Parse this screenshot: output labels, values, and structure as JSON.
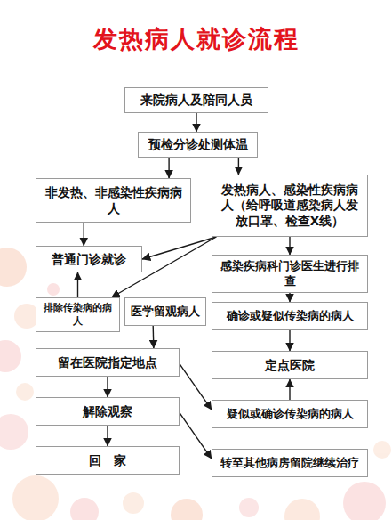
{
  "diagram": {
    "title": "发热病人就诊流程",
    "nodes": [
      {
        "text": [
          "来院病人及陪同人员"
        ]
      },
      {
        "text": [
          "预检分诊处测体温"
        ]
      },
      {
        "text": [
          "非发热、非感染性疾病病人"
        ]
      },
      {
        "text": [
          "发热病人、感染性疾病病人（给呼吸道感染病人发放口罩、检查X线）"
        ]
      },
      {
        "text": [
          "普通门诊就诊"
        ]
      },
      {
        "text": [
          "感染疾病科门诊医生进行排查"
        ]
      },
      {
        "text": [
          "排除传染病的病人"
        ]
      },
      {
        "text": [
          "医学留观病人"
        ]
      },
      {
        "text": [
          "确诊或疑似传染病的病人"
        ]
      },
      {
        "text": [
          "留在医院指定地点"
        ]
      },
      {
        "text": [
          "定点医院"
        ]
      },
      {
        "text": [
          "解除观察"
        ]
      },
      {
        "text": [
          "疑似或确诊传染病的病人"
        ]
      },
      {
        "text": [
          "回　家"
        ]
      },
      {
        "text": [
          "转至其他病房留院继续治疗"
        ]
      }
    ],
    "edges": [
      {
        "from": 0,
        "to": 1,
        "arrow": "to"
      },
      {
        "from": 1,
        "to": 2,
        "arrow": "to"
      },
      {
        "from": 1,
        "to": 3,
        "arrow": "to"
      },
      {
        "from": 2,
        "to": 4,
        "arrow": "to"
      },
      {
        "from": 3,
        "to": 5,
        "arrow": "to"
      },
      {
        "from": 3,
        "to": 4,
        "arrow": "to"
      },
      {
        "from": 3,
        "to": 6,
        "arrow": "to"
      },
      {
        "from": 6,
        "to": 4,
        "arrow": "to"
      },
      {
        "from": 5,
        "to": 8,
        "arrow": "to"
      },
      {
        "from": 7,
        "to": 9,
        "arrow": "to"
      },
      {
        "from": 8,
        "to": 10,
        "arrow": "to"
      },
      {
        "from": 9,
        "to": 11,
        "arrow": "to"
      },
      {
        "from": 9,
        "to": 12,
        "arrow": "to"
      },
      {
        "from": 12,
        "to": 10,
        "arrow": "to"
      },
      {
        "from": 11,
        "to": 13,
        "arrow": "to"
      },
      {
        "from": 11,
        "to": 14,
        "arrow": "to"
      }
    ]
  }
}
